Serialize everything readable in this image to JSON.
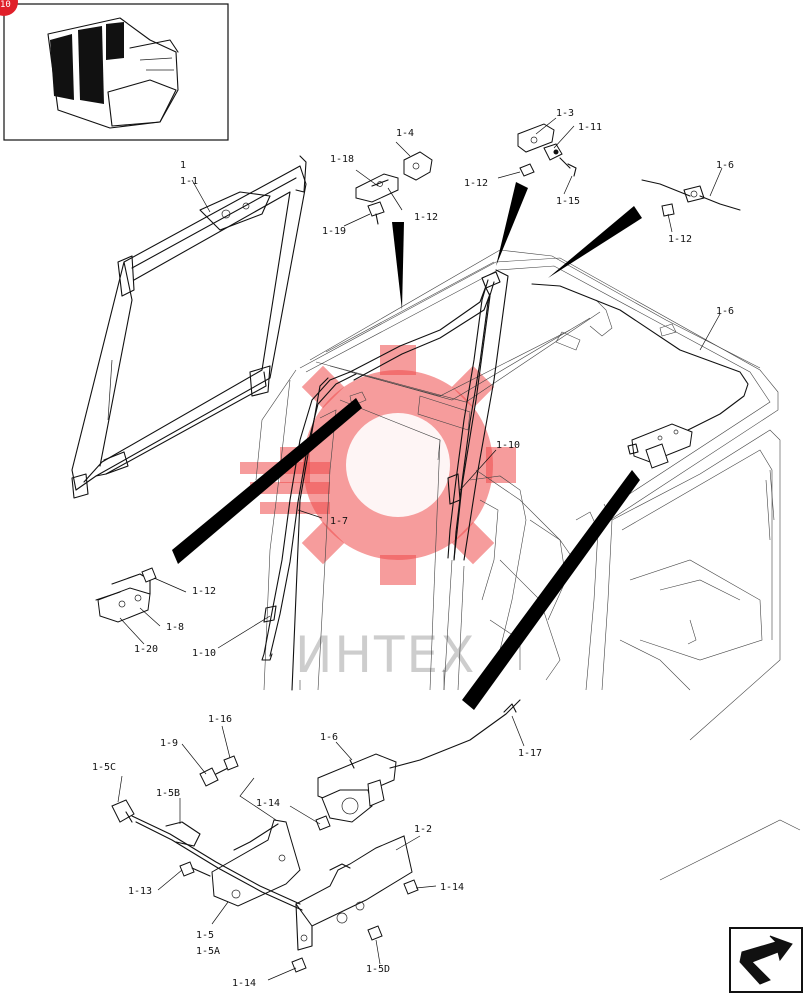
{
  "page_badge": "10",
  "watermark": "ИНТЕХ",
  "callouts": {
    "c_1": "1",
    "c_1_1": "1-1",
    "c_1_2": "1-2",
    "c_1_3": "1-3",
    "c_1_4": "1-4",
    "c_1_5": "1-5",
    "c_1_5A": "1-5A",
    "c_1_5B": "1-5B",
    "c_1_5C": "1-5C",
    "c_1_5D": "1-5D",
    "c_1_6a": "1-6",
    "c_1_6b": "1-6",
    "c_1_6c": "1-6",
    "c_1_7": "1-7",
    "c_1_8": "1-8",
    "c_1_9": "1-9",
    "c_1_10a": "1-10",
    "c_1_10b": "1-10",
    "c_1_11": "1-11",
    "c_1_12a": "1-12",
    "c_1_12b": "1-12",
    "c_1_12c": "1-12",
    "c_1_12d": "1-12",
    "c_1_13": "1-13",
    "c_1_14a": "1-14",
    "c_1_14b": "1-14",
    "c_1_14c": "1-14",
    "c_1_15": "1-15",
    "c_1_16": "1-16",
    "c_1_17": "1-17",
    "c_1_18": "1-18",
    "c_1_19": "1-19",
    "c_1_20": "1-20"
  },
  "icons": {
    "navigation": "next-page-arrow-icon",
    "thumbnail": "cab-overview-thumbnail"
  },
  "colors": {
    "watermark_red": "#ef4b4b",
    "badge_red": "#e0202a",
    "line": "#111111"
  }
}
